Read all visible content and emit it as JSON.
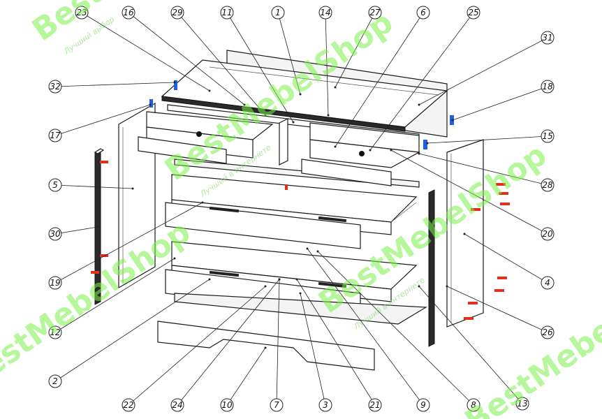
{
  "callouts": [
    {
      "id": "c23",
      "label": "23"
    },
    {
      "id": "c16",
      "label": "16"
    },
    {
      "id": "c29",
      "label": "29"
    },
    {
      "id": "c11",
      "label": "11"
    },
    {
      "id": "c1",
      "label": "1"
    },
    {
      "id": "c14",
      "label": "14"
    },
    {
      "id": "c27",
      "label": "27"
    },
    {
      "id": "c6",
      "label": "6"
    },
    {
      "id": "c25",
      "label": "25"
    },
    {
      "id": "c31",
      "label": "31"
    },
    {
      "id": "c32",
      "label": "32"
    },
    {
      "id": "c18",
      "label": "18"
    },
    {
      "id": "c17",
      "label": "17"
    },
    {
      "id": "c15",
      "label": "15"
    },
    {
      "id": "c5",
      "label": "5"
    },
    {
      "id": "c28",
      "label": "28"
    },
    {
      "id": "c30",
      "label": "30"
    },
    {
      "id": "c20",
      "label": "20"
    },
    {
      "id": "c19",
      "label": "19"
    },
    {
      "id": "c4",
      "label": "4"
    },
    {
      "id": "c12",
      "label": "12"
    },
    {
      "id": "c26",
      "label": "26"
    },
    {
      "id": "c2",
      "label": "2"
    },
    {
      "id": "c13",
      "label": "13"
    },
    {
      "id": "c22",
      "label": "22"
    },
    {
      "id": "c24",
      "label": "24"
    },
    {
      "id": "c10",
      "label": "10"
    },
    {
      "id": "c7",
      "label": "7"
    },
    {
      "id": "c3",
      "label": "3"
    },
    {
      "id": "c21",
      "label": "21"
    },
    {
      "id": "c9",
      "label": "9"
    },
    {
      "id": "c8",
      "label": "8"
    }
  ],
  "watermark": {
    "brand": "BestMebelShop",
    "tagline": "Лучший выбор",
    "tagline2": "Лучший в интернете"
  },
  "colors": {
    "watermark_green": "#7bf04a",
    "hardware_red": "#e0301e",
    "hardware_blue": "#2060e0",
    "line": "#1a1a1a"
  }
}
